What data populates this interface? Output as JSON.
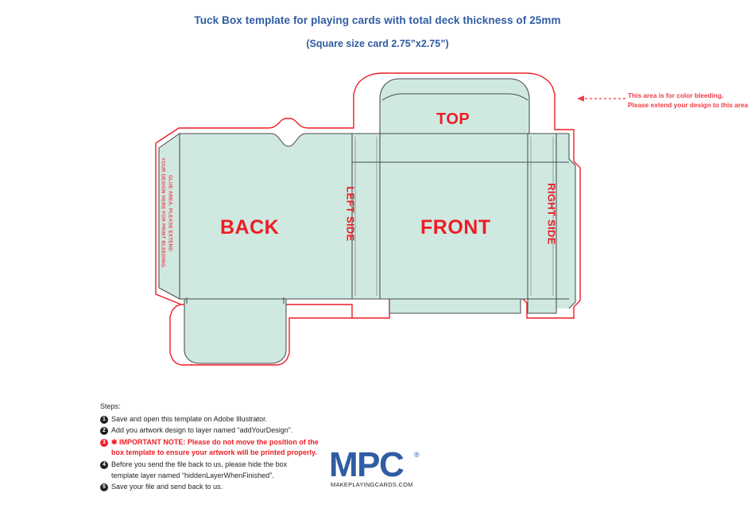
{
  "title": {
    "main": "Tuck Box template for playing cards with total deck thickness of 25mm",
    "sub": "(Square size card 2.75”x2.75”)",
    "color": "#2f5ca4"
  },
  "template": {
    "fill_color": "#cfe9e1",
    "cut_line_color": "#4a4a4a",
    "bleed_line_color": "#ee1c25",
    "label_color": "#ee1c25",
    "panels": {
      "back": "BACK",
      "front": "FRONT",
      "top": "TOP",
      "left_side": "LEFT SIDE",
      "right_side": "RIGHT SIDE"
    },
    "glue_area": {
      "line1": "GLUE AREA. PLEASE EXTEND",
      "line2": "YOUR DESIGN HERE FOR PRINT BLEEDING."
    }
  },
  "bleed_annotation": {
    "line1": "This area is for color bleeding.",
    "line2": "Please extend your design to this area",
    "color": "#ef3b45"
  },
  "steps": {
    "heading": "Steps:",
    "items": [
      {
        "number": "1",
        "text": "Save and open this template on Adobe Illustrator.",
        "important": false
      },
      {
        "number": "2",
        "text": "Add you artwork design to layer named “addYourDesign”.",
        "important": false
      },
      {
        "number": "3",
        "text": "✱ IMPORTANT NOTE: Please do not move the position of the",
        "text2": "box template to ensure your artwork will be printed properly.",
        "important": true
      },
      {
        "number": "4",
        "text": "Before you send the file back to us, please hide the box",
        "text2": "template layer named “hiddenLayerWhenFinished”.",
        "important": false
      },
      {
        "number": "5",
        "text": "Save your file and send back to us.",
        "important": false
      }
    ]
  },
  "logo": {
    "mark": "MPC",
    "registered": "®",
    "subtitle": "MAKEPLAYINGCARDS.COM",
    "color": "#2f5ca4"
  }
}
